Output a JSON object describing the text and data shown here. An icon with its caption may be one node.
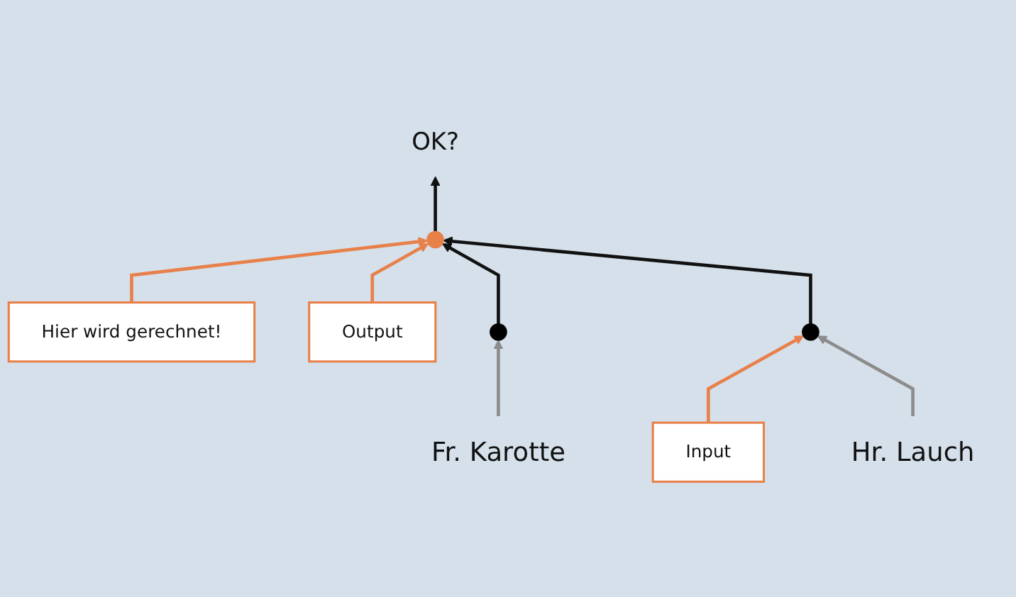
{
  "diagram": {
    "nodes": [
      {
        "text": [
          "Hier wird gerechnet!"
        ]
      },
      {
        "text": [
          "OK?"
        ]
      },
      {
        "text": [],
        "shape": "circle"
      },
      {
        "text": [
          "Output"
        ]
      },
      {
        "text": [],
        "shape": "circle"
      },
      {
        "text": [],
        "shape": "circle"
      },
      {
        "text": [
          "Input"
        ]
      },
      {
        "text": [
          "Fr. Karotte"
        ]
      },
      {
        "text": [
          "Hr. Lauch"
        ]
      }
    ],
    "edges": [
      {
        "from": 2,
        "to": 1,
        "arrow": "to"
      },
      {
        "from": 0,
        "to": 2,
        "arrow": "to",
        "color": "#e8804a"
      },
      {
        "from": 3,
        "to": 2,
        "arrow": "to",
        "color": "#e8804a"
      },
      {
        "from": 4,
        "to": 2,
        "arrow": "to"
      },
      {
        "from": 5,
        "to": 2,
        "arrow": "to"
      },
      {
        "from": 6,
        "to": 5,
        "arrow": "to",
        "color": "#e8804a"
      },
      {
        "from": 7,
        "to": 4,
        "arrow": "to",
        "color": "#8c8c8c"
      },
      {
        "from": 8,
        "to": 5,
        "arrow": "to",
        "color": "#8c8c8c"
      }
    ]
  }
}
